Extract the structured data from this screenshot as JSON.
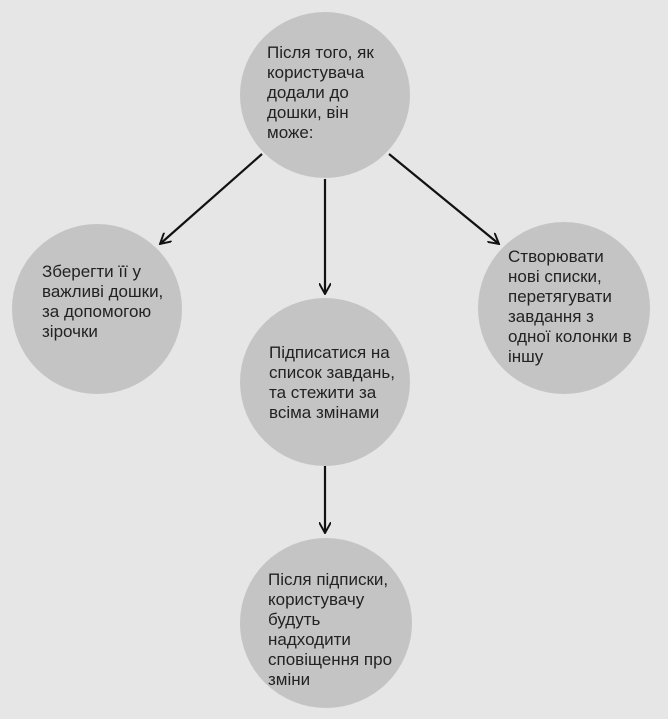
{
  "diagram": {
    "nodes": {
      "top": "Після того, як\nкористувача\nдодали до\nдошки, він\nможе:",
      "left": "Зберегти її у\nважливі дошки,\nза допомогою\nзірочки",
      "middle": "Підписатися на\nсписок завдань,\nта стежити за\nвсіма змінами",
      "right": "Створювати\nнові списки,\nперетягувати\nзавдання з\nодної колонки в\nіншу",
      "bottom": "Після підписки,\nкористувачу\nбудуть\nнадходити\nсповіщення про\nзміни"
    },
    "edges": [
      {
        "from": "top",
        "to": "left"
      },
      {
        "from": "top",
        "to": "middle"
      },
      {
        "from": "top",
        "to": "right"
      },
      {
        "from": "middle",
        "to": "bottom"
      }
    ],
    "colors": {
      "background": "#e6e6e6",
      "node_fill": "#c4c4c4",
      "arrow": "#111111",
      "text": "#222222"
    }
  }
}
